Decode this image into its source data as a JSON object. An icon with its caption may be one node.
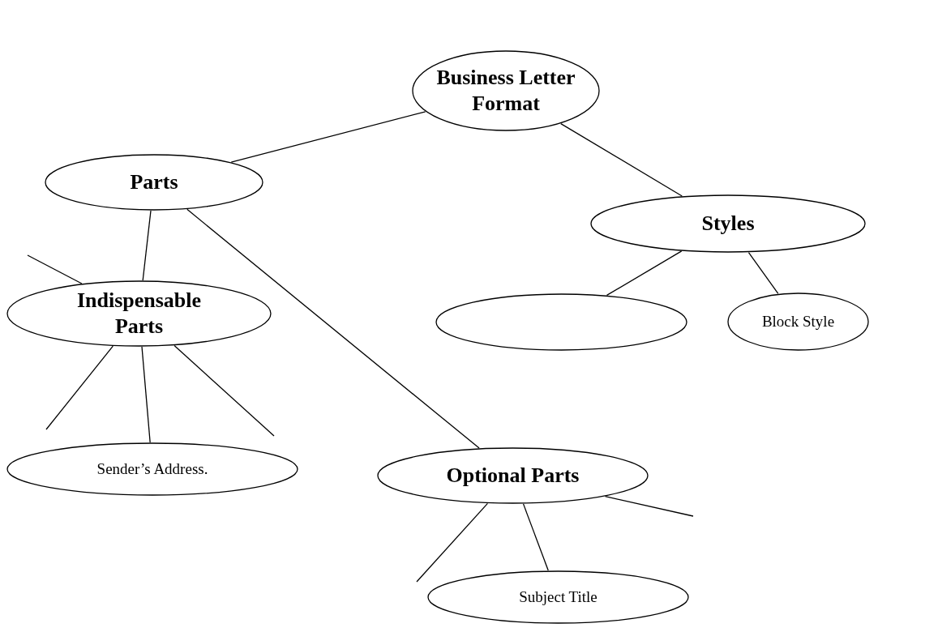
{
  "diagram": {
    "nodes": [
      {
        "text": [
          "Business Letter Format"
        ]
      },
      {
        "text": [
          "Parts"
        ]
      },
      {
        "text": [
          "Styles"
        ]
      },
      {
        "text": [],
        "shape": "circle"
      },
      {
        "text": [
          "Block Style"
        ]
      },
      {
        "text": [
          "Indispensable Parts"
        ]
      },
      {
        "text": [
          "Optional Parts"
        ]
      },
      {
        "text": [
          "Sender’s Address."
        ]
      },
      {
        "text": [
          "Subject Title"
        ]
      }
    ],
    "edges": [
      {
        "from": 0,
        "to": 1,
        "arrow": "none"
      },
      {
        "from": 0,
        "to": 2,
        "arrow": "none"
      },
      {
        "from": 1,
        "to": 5,
        "arrow": "none"
      },
      {
        "from": 1,
        "to": 6,
        "arrow": "none"
      },
      {
        "from": 2,
        "to": 3,
        "arrow": "none"
      },
      {
        "from": 2,
        "to": 4,
        "arrow": "none"
      },
      {
        "from": 5,
        "to": 7,
        "arrow": "none"
      },
      {
        "from": 6,
        "to": 8,
        "arrow": "none"
      },
      {
        "from": null,
        "to": 5,
        "arrow": "none"
      },
      {
        "from": 5,
        "to": null,
        "arrow": "none"
      },
      {
        "from": 5,
        "to": null,
        "arrow": "none"
      },
      {
        "from": 6,
        "to": null,
        "arrow": "none"
      },
      {
        "from": 6,
        "to": null,
        "arrow": "none"
      }
    ]
  }
}
